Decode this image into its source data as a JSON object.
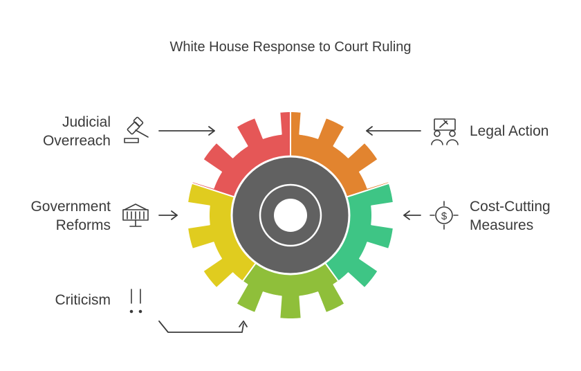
{
  "title": "White House Response to Court Ruling",
  "colors": {
    "red": "#e55757",
    "orange": "#e2842f",
    "green": "#3ec585",
    "lime": "#8fbf3a",
    "yellow": "#e0cc1f",
    "hub": "#616161",
    "ink": "#3b3b3b"
  },
  "items": [
    {
      "id": "judicial",
      "lines": [
        "Judicial",
        "Overreach"
      ],
      "icon": "gavel-icon"
    },
    {
      "id": "legal",
      "lines": [
        "Legal Action"
      ],
      "icon": "legal-meeting-icon"
    },
    {
      "id": "government",
      "lines": [
        "Government",
        "Reforms"
      ],
      "icon": "government-building-icon"
    },
    {
      "id": "cost",
      "lines": [
        "Cost-Cutting",
        "Measures"
      ],
      "icon": "dollar-target-icon"
    },
    {
      "id": "criticism",
      "lines": [
        "Criticism"
      ],
      "icon": "exclamation-icon"
    }
  ]
}
